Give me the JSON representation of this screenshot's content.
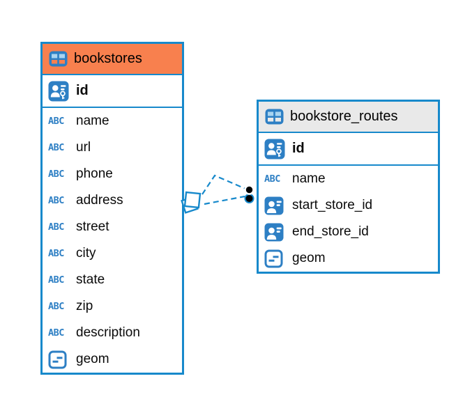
{
  "app": {
    "view": "er-diagram",
    "canvas_background": "#ffffff"
  },
  "colors": {
    "accent_blue": "#1789cb",
    "icon_blue": "#2d7fc4",
    "icon_cell_light": "#a9d4f0",
    "bookstores_header": "#f8804e",
    "routes_header": "#e9e9e9",
    "row_text": "#0a0a0a",
    "connector_dot": "#000000"
  },
  "icons": {
    "text_type_glyph": "ABC"
  },
  "tables": [
    {
      "name": "bookstores",
      "header_icon": "table-icon",
      "header_color": "#f8804e",
      "primary_keys": [
        {
          "name": "id",
          "icon": "primary-key-icon"
        }
      ],
      "columns": [
        {
          "name": "name",
          "icon": "text-type-icon"
        },
        {
          "name": "url",
          "icon": "text-type-icon"
        },
        {
          "name": "phone",
          "icon": "text-type-icon"
        },
        {
          "name": "address",
          "icon": "text-type-icon"
        },
        {
          "name": "street",
          "icon": "text-type-icon"
        },
        {
          "name": "city",
          "icon": "text-type-icon"
        },
        {
          "name": "state",
          "icon": "text-type-icon"
        },
        {
          "name": "zip",
          "icon": "text-type-icon"
        },
        {
          "name": "description",
          "icon": "text-type-icon"
        },
        {
          "name": "geom",
          "icon": "geometry-type-icon"
        }
      ]
    },
    {
      "name": "bookstore_routes",
      "header_icon": "table-icon",
      "header_color": "#e9e9e9",
      "primary_keys": [
        {
          "name": "id",
          "icon": "primary-key-icon"
        }
      ],
      "columns": [
        {
          "name": "name",
          "icon": "text-type-icon"
        },
        {
          "name": "start_store_id",
          "icon": "foreign-key-icon"
        },
        {
          "name": "end_store_id",
          "icon": "foreign-key-icon"
        },
        {
          "name": "geom",
          "icon": "geometry-type-icon"
        }
      ]
    }
  ],
  "relationships": [
    {
      "target_table": "bookstores",
      "source_table": "bookstore_routes",
      "line_style": "dashed",
      "target_marker": "stacked-diamonds",
      "source_marker": "black-dot"
    },
    {
      "target_table": "bookstores",
      "source_table": "bookstore_routes",
      "line_style": "dashed",
      "target_marker": "stacked-diamonds",
      "source_marker": "black-dot"
    }
  ]
}
